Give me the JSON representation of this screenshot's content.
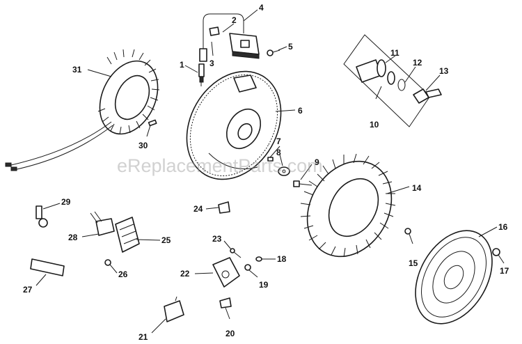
{
  "watermark": "eReplacementParts.com",
  "callouts": [
    "1",
    "2",
    "3",
    "4",
    "5",
    "6",
    "7",
    "8",
    "9",
    "10",
    "11",
    "12",
    "13",
    "14",
    "15",
    "16",
    "17",
    "18",
    "19",
    "20",
    "21",
    "22",
    "23",
    "24",
    "25",
    "26",
    "27",
    "28",
    "29",
    "30",
    "31"
  ],
  "colors": {
    "line": "#1a1a1a",
    "background": "#ffffff",
    "watermark": "#9a9a9a"
  }
}
